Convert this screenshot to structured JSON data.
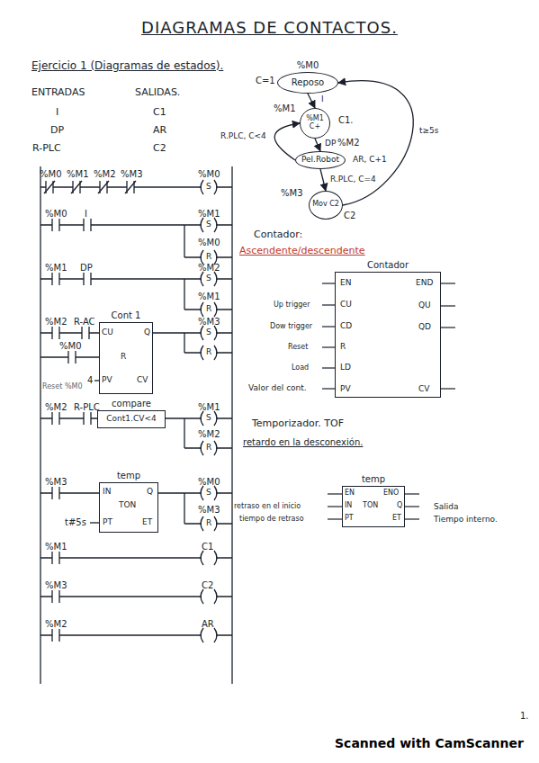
{
  "diagram": {
    "title": "DIAGRAMAS DE CONTACTOS.",
    "caption": "",
    "nodes": [
      {
        "text": [
          "%M0",
          "Reposo"
        ]
      },
      {
        "text": [
          "%M1",
          "%M1 C+"
        ]
      },
      {
        "text": [
          "%M2",
          "Pel.Robot"
        ]
      },
      {
        "text": [
          "%M3",
          "Mov C2"
        ]
      },
      {
        "text": [
          "Cont 1"
        ]
      },
      {
        "text": [
          "compare",
          "Cont1.CV<4"
        ]
      },
      {
        "text": [
          "temp"
        ]
      },
      {
        "text": [
          "Contador"
        ]
      },
      {
        "text": [
          "temp"
        ]
      }
    ],
    "edges": [
      {
        "from": 0,
        "to": 1,
        "label": "I",
        "arrow": "to"
      },
      {
        "from": 1,
        "to": 2,
        "label": "DP",
        "arrow": "to"
      },
      {
        "from": 2,
        "to": 1,
        "label": "R.PLC, C<4",
        "arrow": "to"
      },
      {
        "from": 2,
        "to": 3,
        "label": "R.PLC, C=4",
        "arrow": "to"
      },
      {
        "from": 3,
        "to": 0,
        "label": "t≥5s",
        "arrow": "to"
      }
    ],
    "labels": [
      "Ejercicio 1 (Diagramas de estados).",
      "ENTRADAS",
      "SALIDAS.",
      "I",
      "C1",
      "DP",
      "AR",
      "R-PLC",
      "C2",
      "C=1",
      "C1.",
      "AR, C+1",
      "C2",
      "%M0",
      "%M1",
      "%M2",
      "%M3",
      "%M0",
      "S",
      "%M0",
      "I",
      "%M1",
      "S",
      "%M0",
      "R",
      "%M1",
      "DP",
      "%M2",
      "S",
      "%M1",
      "R",
      "%M2",
      "R-AC",
      "CU",
      "Q",
      "R",
      "PV",
      "CV",
      "%M0",
      "4",
      "%M3",
      "S",
      "R",
      "Reset %M0",
      "%M2",
      "R-PLC",
      "%M1",
      "S",
      "%M2",
      "R",
      "%M3",
      "IN",
      "Q",
      "TON",
      "PT",
      "ET",
      "t#5s",
      "%M0",
      "S",
      "%M3",
      "R",
      "%M1",
      "C1",
      "%M3",
      "C2",
      "%M2",
      "AR",
      "Contador:",
      "Ascendente/descendente",
      "EN",
      "CU",
      "CD",
      "R",
      "LD",
      "PV",
      "END",
      "QU",
      "QD",
      "CV",
      "Up trigger",
      "Dow trigger",
      "Reset",
      "Load",
      "Valor del cont.",
      "Temporizador. TOF",
      "retardo en la desconexión.",
      "EN",
      "ENO",
      "IN",
      "TON",
      "Q",
      "PT",
      "ET",
      "retraso en el inicio",
      "tiempo de retraso",
      "Salida",
      "Tiempo interno.",
      "1.",
      "Scanned with CamScanner"
    ]
  }
}
